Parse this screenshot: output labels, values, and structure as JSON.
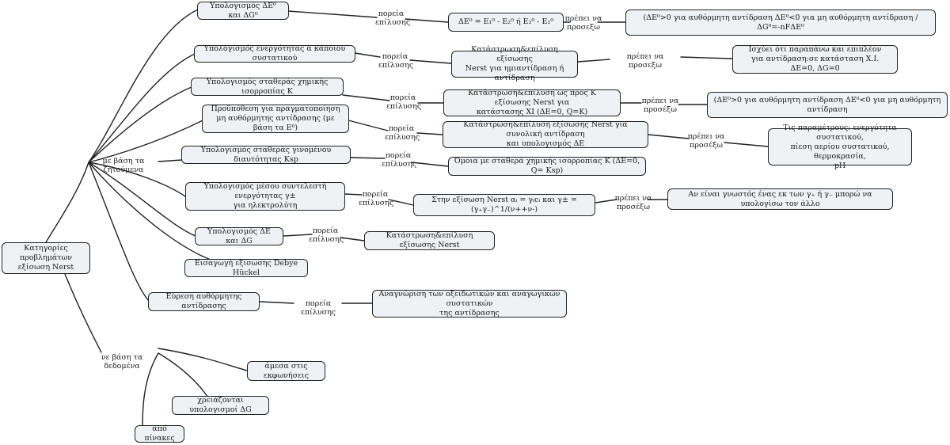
{
  "root": "Κατηγορίες προβλημάτων\nεξίσωση Nerst",
  "branches": {
    "sought": "με βάση τα ζητούμενα",
    "given": "νε βάση τα δεδομένα"
  },
  "sought_topics": [
    "Υπολογισμός ΔΕ⁰ και ΔG⁰",
    "Υπολογισμός ενεργότητας α κάποιου συστατικού",
    "Υπολογισμός σταθεράς χημικής ισορροπίας Κ",
    "Προϋπόθεση για πραγματοποίηση\nμη αυθόρμητης αντίδρασης (με βάση τα Ε⁰)",
    "Υπολογισμός σταθεράς γινομένου διαυτότητας Κsp",
    "Υπολογισμός μέσου συντελεστή ενεργότητας γ±\nγια ηλεκτρολύτη",
    "Υπολογισμός ΔΕ και ΔG",
    "Εισαγωγή εξίσωσης Debye Hückel",
    "Εύρεση αυθόρμητης αντίδρασης"
  ],
  "link_labels": {
    "solution": "πορεία\nεπίλυσης",
    "solution_inline": "πορεία επίλυσης",
    "must_know": "πρέπει να\nπροσεξω",
    "must_know_alt": "πρέπει να\nπροσέξω"
  },
  "methods": [
    "ΔΕ⁰ = Ε₁⁰ - Ε₂⁰ ή Ε₂⁰ - Ε₁⁰",
    "Κατάστρωση&επίλυση εξίσωσης\nNerst για ημιαντίδραση ή αντίδραση",
    "Κατάστρωση&επίλυση ως προς Κ εξίσωσης Nerst για\nκατάστασης ΧΙ (ΔΕ=0, Q=K)",
    "Κατάστρωση&επίλυση εξίσωσης Nerst για συνολική αντίδραση\nκαι υπολογισμός ΔΕ",
    "Όμοια με σταθερά χημικής ισορροπίας Κ (ΔΕ=0, Q= Κsp)",
    "Στην εξίσωση Nerst  αᵢ = γᵢcᵢ και γ± = (γ₊γ₋)^1/(ν++ν-)",
    "Κατάστρωση&επίλυση εξίσωσης Nerst",
    "Αναγνώριση των οξειδωτικών και αναγωγικών συστατικών\nτης αντίδρασης"
  ],
  "notes": [
    "(ΔΕ⁰>0 για αυθόρμητη αντίδραση ΔΕ⁰<0 για μη αυθόρμητη αντίδραση  / ΔG⁰=-nFΔΕ⁰",
    "Ισχύει ότι παραπάνω και επιπλέον\nγια αντίδραση:σε κατάσταση Χ.Ι. ΔΕ=0, ΔG=0",
    "(ΔΕ⁰>0 για αυθόρμητη αντίδραση ΔΕ⁰<0 για μη αυθόρμητη αντίδραση",
    "Τις παραμέτρους: ενεργότητα συστατικού,\nπίεση αερίου συστατικού, θερμοκρασία,\npH",
    "Αν είναι γνωστός ένας εκ των  γ₊ ή γ₋ μπορώ να υπολογίσω τον άλλο"
  ],
  "given_topics": [
    "άμεσα στις εκφωνήσεις",
    "χρειάζονται υπολογισμοί ΔG",
    "από πίνακες"
  ]
}
